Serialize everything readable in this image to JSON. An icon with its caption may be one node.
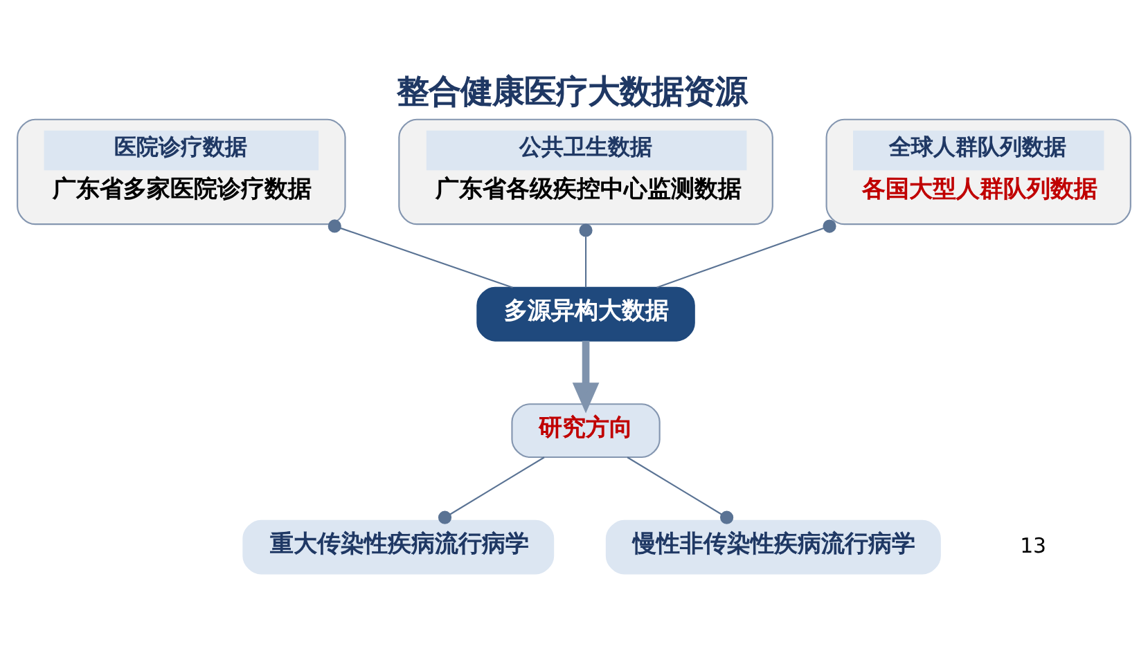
{
  "diagram": {
    "title": "整合健康医疗大数据资源",
    "nodes": [
      {
        "text": [
          "医院诊疗数据",
          "广东省多家医院诊疗数据"
        ]
      },
      {
        "text": [
          "公共卫生数据",
          "广东省各级疾控中心监测数据"
        ]
      },
      {
        "text": [
          "全球人群队列数据",
          "各国大型人群队列数据"
        ]
      },
      {
        "text": [
          "多源异构大数据"
        ]
      },
      {
        "text": [
          "研究方向"
        ]
      },
      {
        "text": [
          "重大传染性疾病流行病学"
        ]
      },
      {
        "text": [
          "慢性非传染性疾病流行病学"
        ]
      }
    ],
    "edges": [
      {
        "from": 0,
        "to": 3,
        "arrow": "other"
      },
      {
        "from": 1,
        "to": 3,
        "arrow": "other"
      },
      {
        "from": 2,
        "to": 3,
        "arrow": "other"
      },
      {
        "from": 3,
        "to": 4,
        "arrow": "to",
        "style": "thick"
      },
      {
        "from": 4,
        "to": 5,
        "arrow": "other"
      },
      {
        "from": 4,
        "to": 6,
        "arrow": "other"
      }
    ],
    "labels": [
      "13"
    ]
  }
}
